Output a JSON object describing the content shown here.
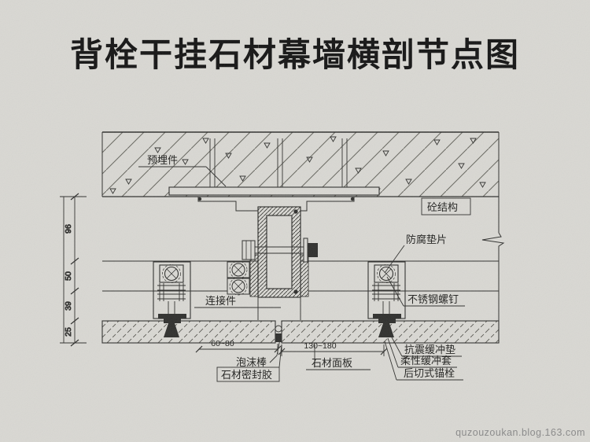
{
  "page": {
    "title": "背栓干挂石材幕墙横剖节点图",
    "watermark": "quzouzoukan.blog.163.com"
  },
  "labels": {
    "embedded_part": "预埋件",
    "concrete_structure": "砼结构",
    "anti_corrosion_gasket": "防腐垫片",
    "connector": "连接件",
    "stainless_steel_screw": "不锈钢螺钉",
    "foam_rod": "泡沫棒",
    "stone_sealant": "石材密封胶",
    "stone_panel": "石材面板",
    "seismic_buffer_pad": "抗震缓冲垫",
    "flexible_buffer_sleeve": "柔性缓冲套",
    "undercut_anchor": "后切式锚栓"
  },
  "dimensions": {
    "vertical_chain": [
      "96",
      "50",
      "39",
      "25"
    ],
    "joint_spacing": "60~80",
    "panel_spacing": "130~180"
  },
  "colors": {
    "paper": "#d9d8d3",
    "line": "#2f2f2d",
    "watermark": "#8c8c8c"
  }
}
